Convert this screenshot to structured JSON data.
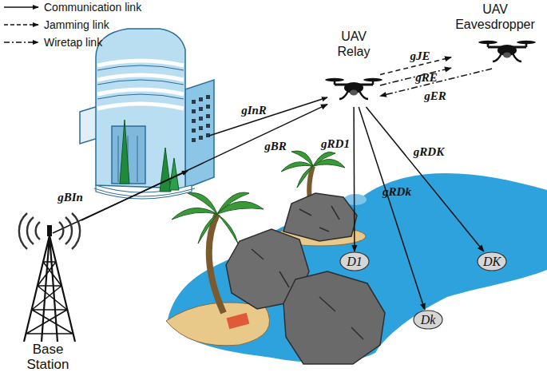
{
  "diagram": {
    "nodes": [
      {
        "text": [
          "Base Station"
        ]
      },
      {
        "text": [
          "UAV Relay"
        ]
      },
      {
        "text": [
          "UAV Eavesdropper"
        ]
      },
      {
        "text": [
          "D1"
        ]
      },
      {
        "text": [
          "Dk"
        ]
      },
      {
        "text": [
          "DK"
        ]
      }
    ],
    "edges": [
      {
        "from": 0,
        "to": 1,
        "arrow": "to",
        "label": "gBR"
      },
      {
        "from": 1,
        "to": 2,
        "arrow": "to",
        "label": "gJE"
      },
      {
        "from": 1,
        "to": 2,
        "arrow": "to",
        "label": "gRE"
      },
      {
        "from": 2,
        "to": 1,
        "arrow": "to",
        "label": "gER"
      },
      {
        "from": 1,
        "to": 3,
        "arrow": "to",
        "label": "gRD1"
      },
      {
        "from": 1,
        "to": 4,
        "arrow": "to",
        "label": "gRDk"
      },
      {
        "from": 1,
        "to": 5,
        "arrow": "to",
        "label": "gRDK"
      }
    ],
    "labels": [
      "gInR",
      "gBIn"
    ],
    "legend": [
      {
        "text": "Communication link"
      },
      {
        "text": "Jamming link"
      },
      {
        "text": "Wiretap link"
      }
    ]
  }
}
